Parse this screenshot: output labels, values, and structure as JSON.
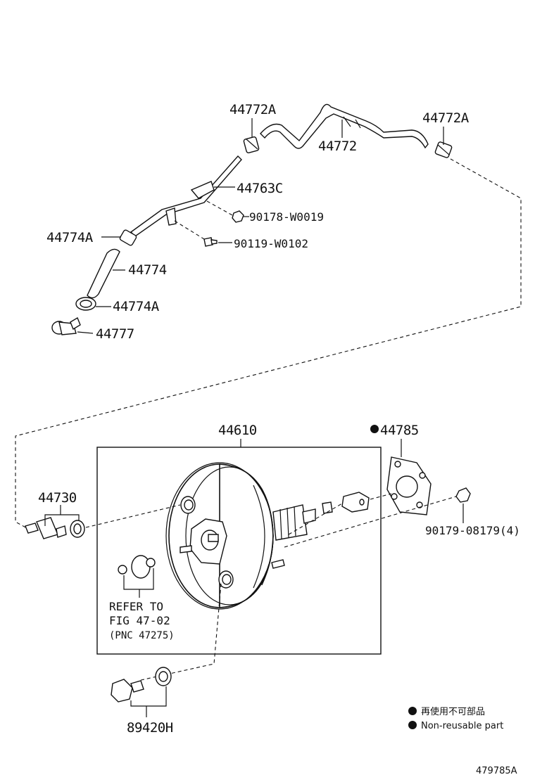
{
  "labels": {
    "p44772A_top": "44772A",
    "p44772": "44772",
    "p44772A_right": "44772A",
    "p44763C": "44763C",
    "p90178": "90178-W0019",
    "p90119": "90119-W0102",
    "p44774A_top": "44774A",
    "p44774": "44774",
    "p44774A_bottom": "44774A",
    "p44777": "44777",
    "p44610": "44610",
    "p44785": "44785",
    "p44730": "44730",
    "p90179": "90179-08179(4)",
    "p89420H": "89420H"
  },
  "refer": {
    "line1": "REFER TO",
    "line2": "FIG 47-02",
    "line3": "(PNC 47275)"
  },
  "legend": {
    "jp": "再使用不可部品",
    "en": "Non-reusable part"
  },
  "figure_id": "479785A"
}
